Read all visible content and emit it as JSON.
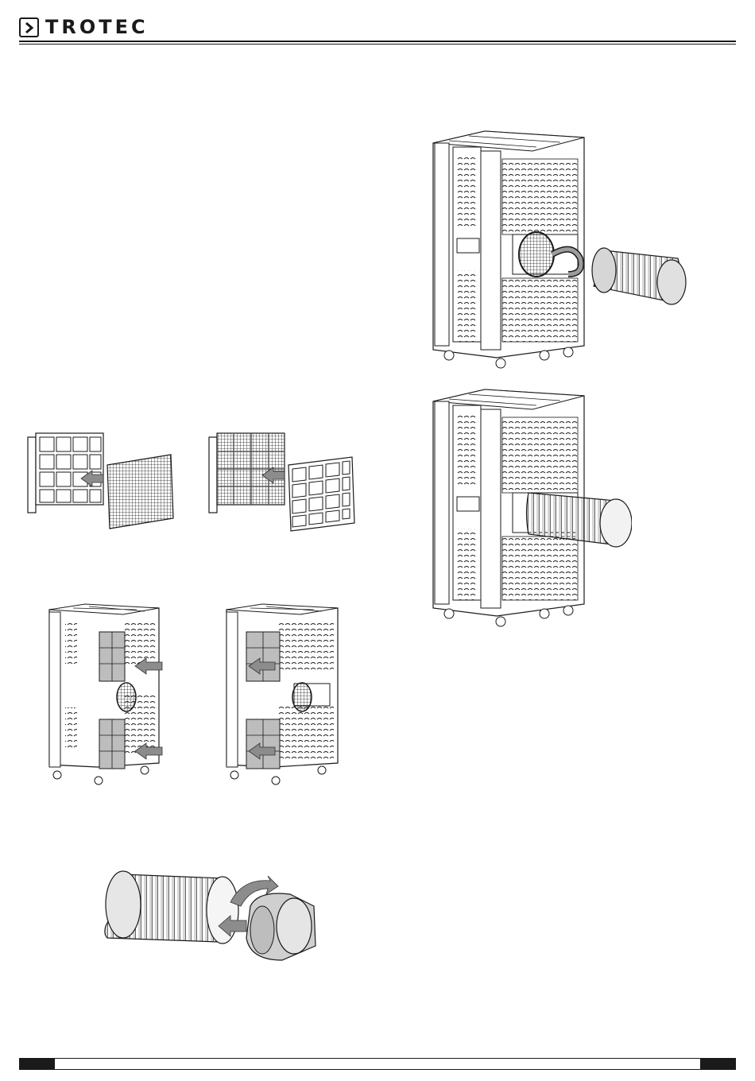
{
  "brand": {
    "name": "TROTEC"
  },
  "colors": {
    "ink": "#1a1a1a",
    "filter_gray": "#a9a9a9",
    "arrow_gray": "#8c8c8c",
    "background": "#ffffff"
  },
  "figures": [
    {
      "id": "filter-mesh-insert",
      "icon": "filter-mesh-insert-illustration"
    },
    {
      "id": "filter-frame-insert",
      "icon": "filter-frame-insert-illustration"
    },
    {
      "id": "filters-unit-front",
      "icon": "unit-filters-insert-illustration"
    },
    {
      "id": "filters-unit-side",
      "icon": "unit-filters-side-illustration"
    },
    {
      "id": "hose-adapter",
      "icon": "hose-adapter-attach-illustration"
    },
    {
      "id": "hose-connect",
      "icon": "hose-connect-illustration"
    },
    {
      "id": "hose-connected",
      "icon": "hose-connected-illustration"
    }
  ]
}
